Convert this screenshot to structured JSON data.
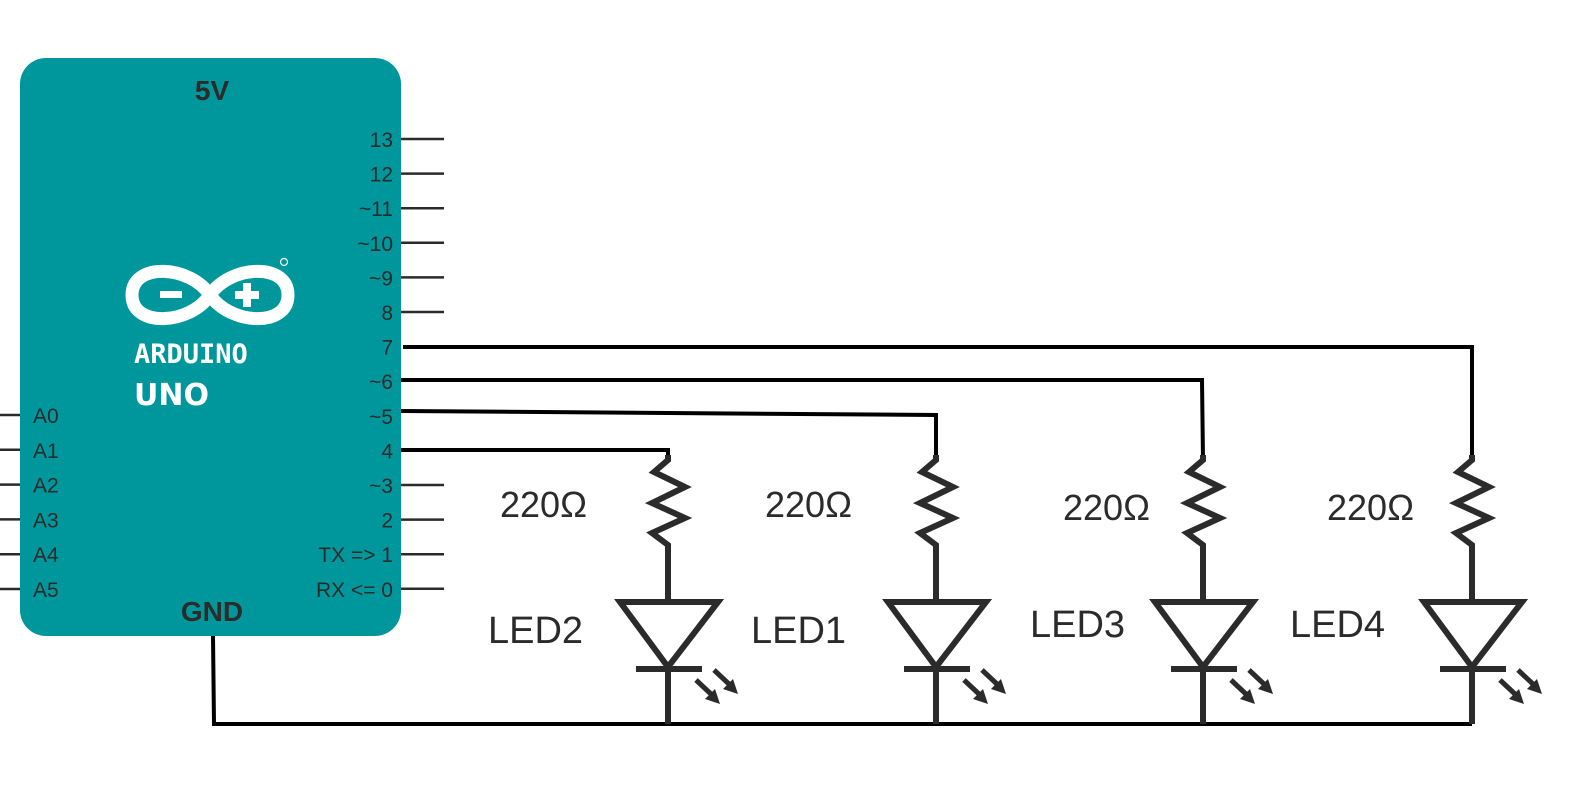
{
  "board": {
    "name": "ARDUINO",
    "model": "UNO",
    "logo_icon": "arduino-infinity-logo-icon",
    "power_label": "5V",
    "ground_label": "GND",
    "color": "#00979c",
    "digital_pins": [
      "13",
      "12",
      "~11",
      "~10",
      "~9",
      "8",
      "7",
      "~6",
      "~5",
      "4",
      "~3",
      "2",
      "TX => 1",
      "RX <= 0"
    ],
    "analog_pins": [
      "A0",
      "A1",
      "A2",
      "A3",
      "A4",
      "A5"
    ]
  },
  "circuit": {
    "branches": [
      {
        "pin": "4",
        "resistor": "220Ω",
        "led": "LED2"
      },
      {
        "pin": "~5",
        "resistor": "220Ω",
        "led": "LED1"
      },
      {
        "pin": "~6",
        "resistor": "220Ω",
        "led": "LED3"
      },
      {
        "pin": "7",
        "resistor": "220Ω",
        "led": "LED4"
      }
    ]
  }
}
